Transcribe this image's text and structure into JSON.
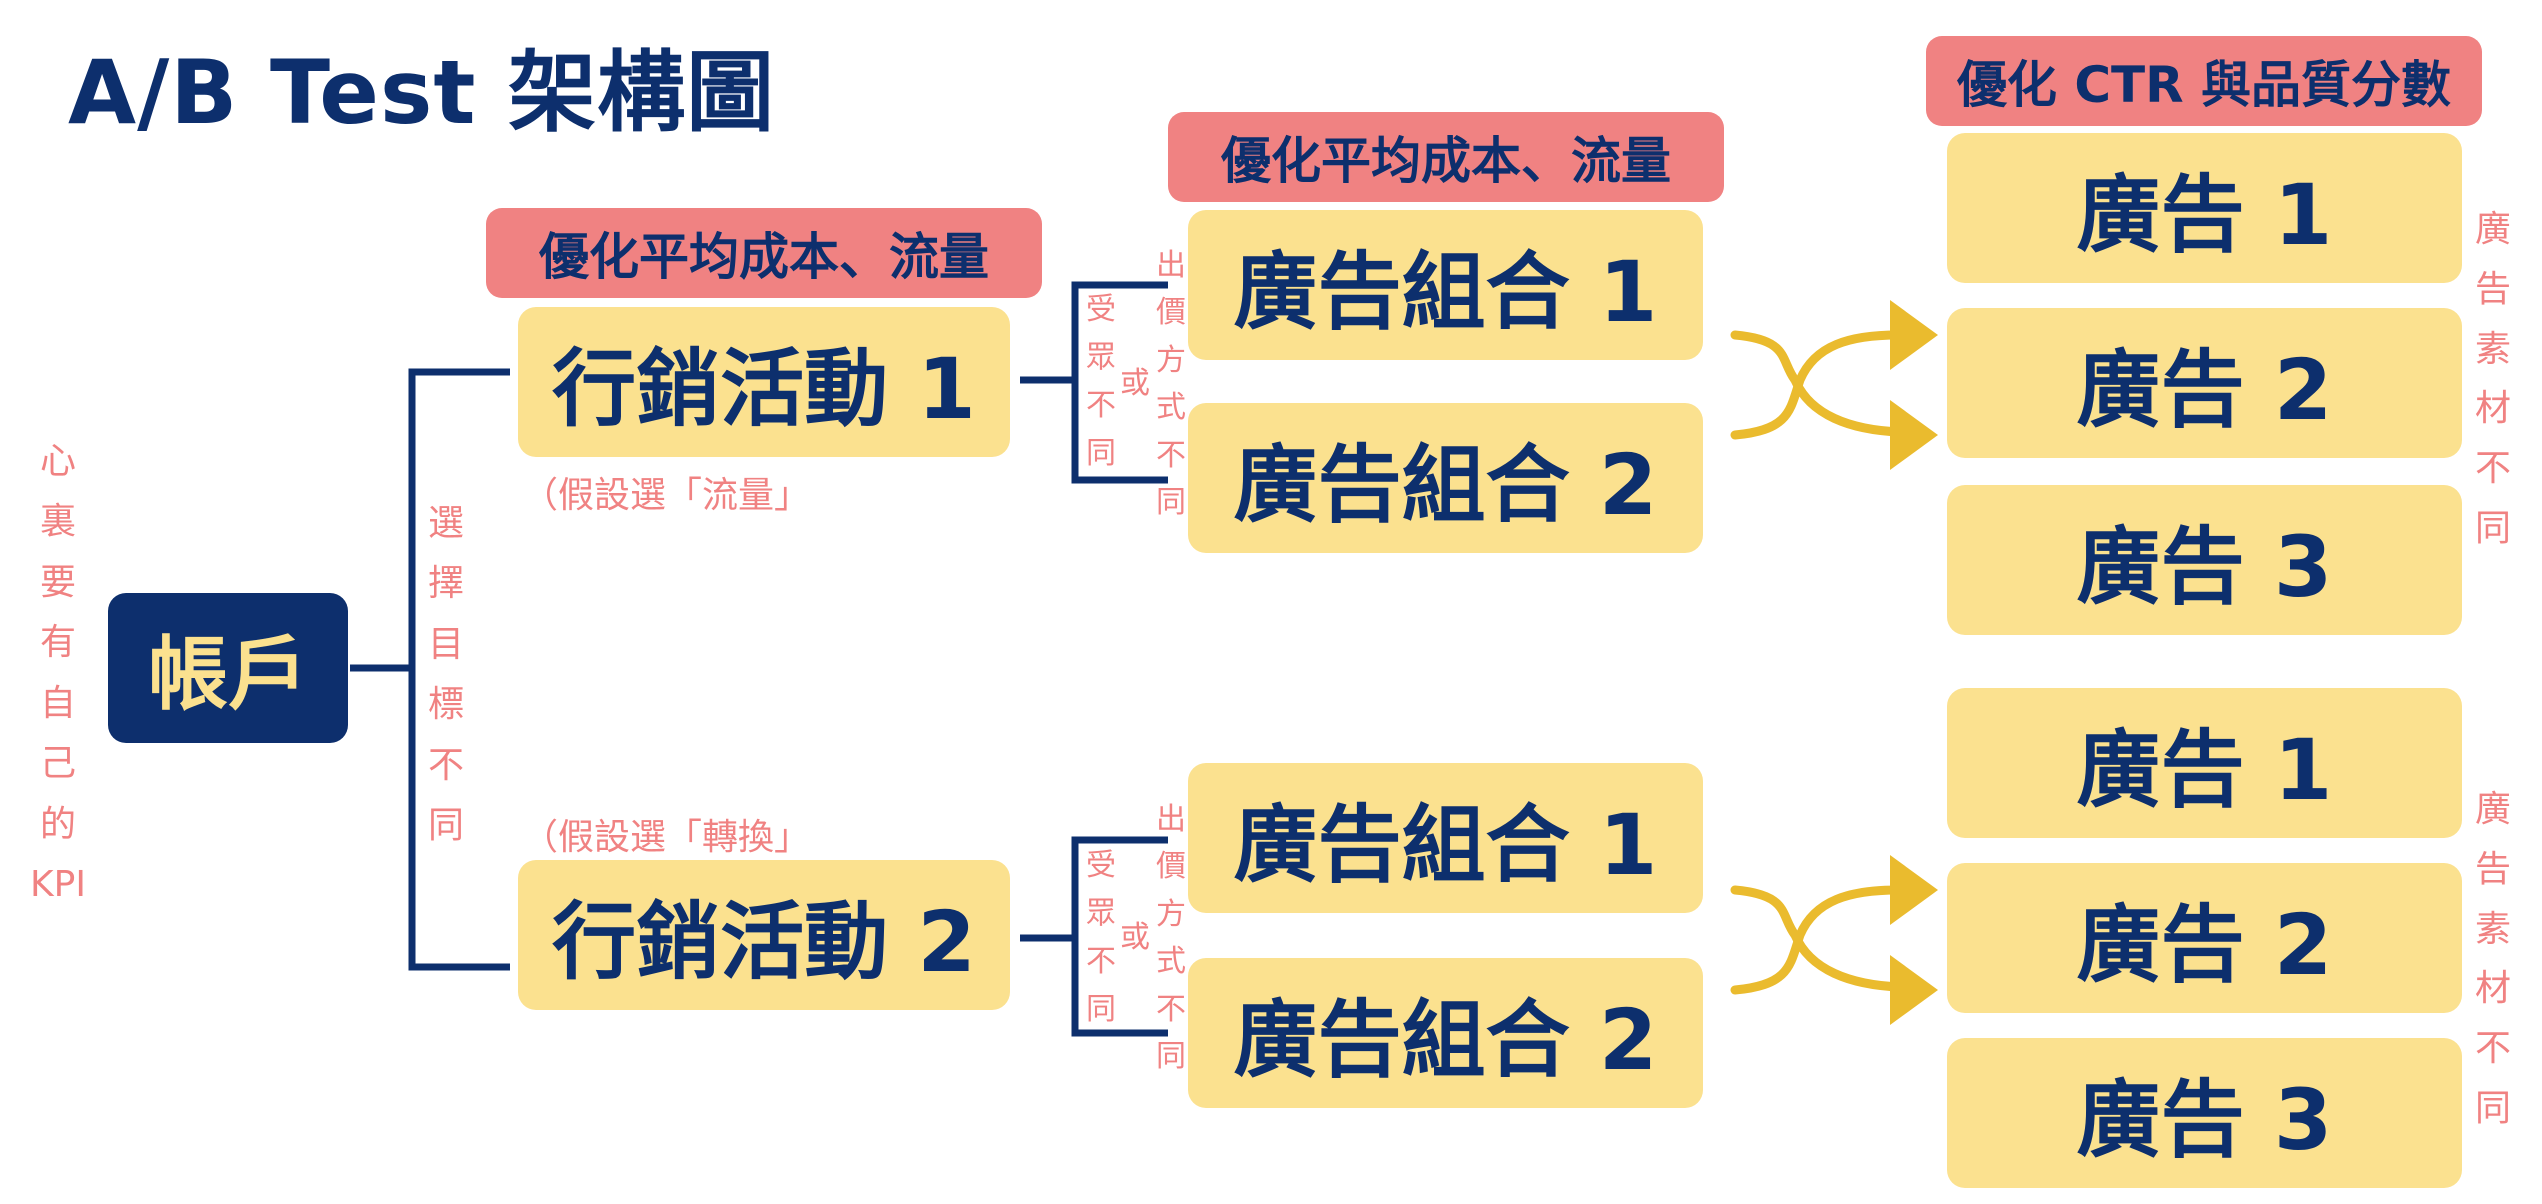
{
  "title": "A/B Test 架構圖",
  "account": "帳戶",
  "account_note": [
    "心",
    "裏",
    "要",
    "有",
    "自",
    "己",
    "的",
    "KPI"
  ],
  "choose_goal_note": [
    "選",
    "擇",
    "目",
    "標",
    "不",
    "同"
  ],
  "campaigns": [
    {
      "label": "行銷活動 1",
      "assume": "（假設選「流量」"
    },
    {
      "label": "行銷活動 2",
      "assume": "（假設選「轉換」"
    }
  ],
  "optimize_cost_label": "優化平均成本、流量",
  "optimize_ctr_label": "優化 CTR 與品質分數",
  "adsets": [
    "廣告組合 1",
    "廣告組合 2"
  ],
  "ads": [
    "廣告 1",
    "廣告 2",
    "廣告 3"
  ],
  "audience_note": [
    "受",
    "眾",
    "不",
    "同"
  ],
  "or_note": "或",
  "bid_note": [
    "出",
    "價",
    "方",
    "式",
    "不",
    "同"
  ],
  "creative_note": [
    "廣",
    "告",
    "素",
    "材",
    "不",
    "同"
  ],
  "colors": {
    "navy": "#0d2f6d",
    "yellow": "#fbe18f",
    "pink": "#f08282",
    "arrow": "#eabb2e"
  }
}
